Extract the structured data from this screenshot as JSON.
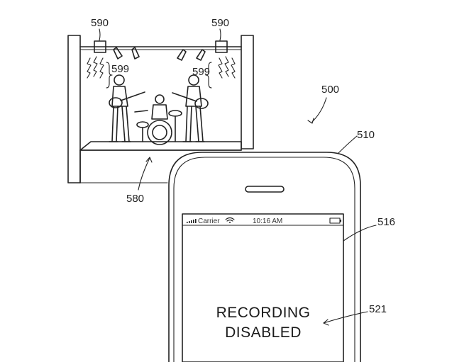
{
  "figure": {
    "reference_numerals": {
      "light_left": "590",
      "light_right": "590",
      "rays_left": "599",
      "rays_right": "599",
      "system": "500",
      "device": "510",
      "stage": "580",
      "screen": "516",
      "message_region": "521"
    },
    "status_bar": {
      "carrier": "Carrier",
      "time": "10:16 AM"
    },
    "screen_message": {
      "line1": "RECORDING",
      "line2": "DISABLED"
    }
  },
  "icons": {
    "signal": "signal-bars-icon",
    "wifi": "wifi-icon",
    "battery": "battery-icon"
  },
  "colors": {
    "line": "#222222",
    "background": "#ffffff"
  }
}
